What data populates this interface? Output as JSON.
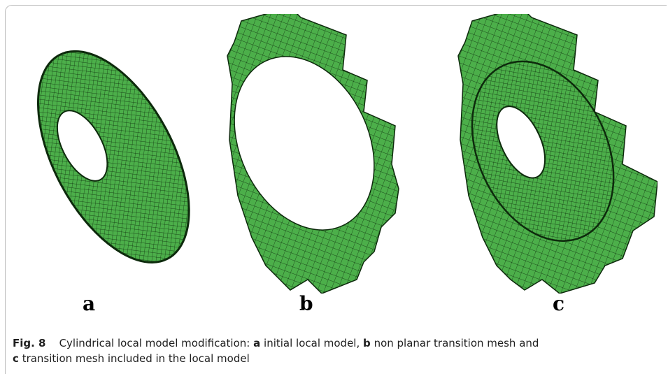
{
  "figure": {
    "panels": [
      {
        "id": "a",
        "label": "a"
      },
      {
        "id": "b",
        "label": "b"
      },
      {
        "id": "c",
        "label": "c"
      }
    ],
    "caption": {
      "figure_number": "Fig. 8",
      "intro": "Cylindrical local model modification:",
      "part_a_letter": "a",
      "part_a_text": "initial local model,",
      "part_b_letter": "b",
      "part_b_text": "non planar transition mesh and",
      "part_c_letter": "c",
      "part_c_text": "transition mesh included in the local model"
    },
    "colors": {
      "mesh_fill": "#4caf4a",
      "mesh_line": "#0d2a0c",
      "frame": "#bdbdbd"
    }
  }
}
